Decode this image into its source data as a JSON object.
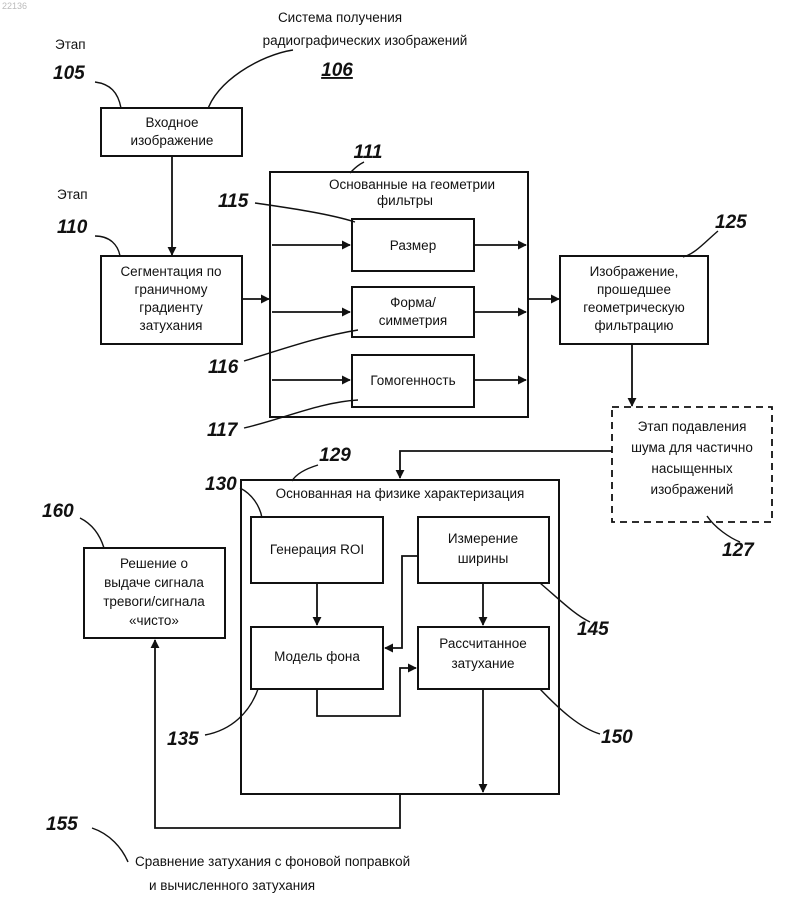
{
  "stamp": "22136",
  "system_label": [
    "Система получения",
    "радиографических изображений"
  ],
  "refs": {
    "r105": "105",
    "r106": "106",
    "r110": "110",
    "r111": "111",
    "r115": "115",
    "r116": "116",
    "r117": "117",
    "r125": "125",
    "r127": "127",
    "r129": "129",
    "r130": "130",
    "r135": "135",
    "r145": "145",
    "r150": "150",
    "r155": "155",
    "r160": "160"
  },
  "stage_label": "Этап",
  "input_box": [
    "Входное",
    "изображение"
  ],
  "segmentation_box": [
    "Сегментация по",
    "граничному",
    "градиенту",
    "затухания"
  ],
  "geometry_group": [
    "Основанные на геометрии",
    "фильтры"
  ],
  "size_box": "Размер",
  "shape_box": [
    "Форма/",
    "симметрия"
  ],
  "homogeneity_box": "Гомогенность",
  "filtered_box": [
    "Изображение,",
    "прошедшее",
    "геометрическую",
    "фильтрацию"
  ],
  "noise_box": [
    "Этап подавления",
    "шума для частично",
    "насыщенных",
    "изображений"
  ],
  "physics_group": "Основанная на физике характеризация",
  "roi_box": "Генерация ROI",
  "width_box": [
    "Измерение",
    "ширины"
  ],
  "background_box": "Модель фона",
  "attenuation_box": [
    "Рассчитанное",
    "затухание"
  ],
  "decision_box": [
    "Решение о",
    "выдаче сигнала",
    "тревоги/сигнала",
    "«чисто»"
  ],
  "comparison_label": [
    "Сравнение затухания с фоновой поправкой",
    "и вычисленного затухания"
  ]
}
